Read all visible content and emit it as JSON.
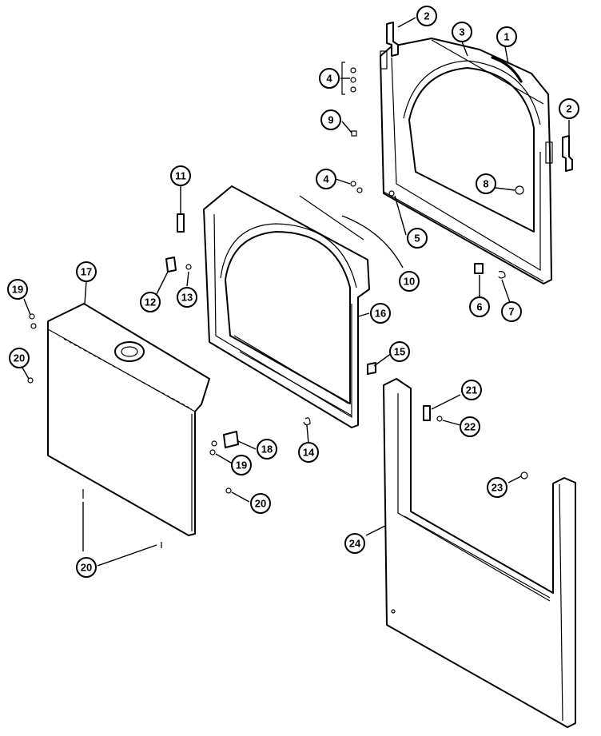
{
  "callouts": [
    {
      "id": "c1",
      "label": "1"
    },
    {
      "id": "c2a",
      "label": "2"
    },
    {
      "id": "c2b",
      "label": "2"
    },
    {
      "id": "c3",
      "label": "3"
    },
    {
      "id": "c4a",
      "label": "4"
    },
    {
      "id": "c4b",
      "label": "4"
    },
    {
      "id": "c5",
      "label": "5"
    },
    {
      "id": "c6",
      "label": "6"
    },
    {
      "id": "c7",
      "label": "7"
    },
    {
      "id": "c8",
      "label": "8"
    },
    {
      "id": "c9",
      "label": "9"
    },
    {
      "id": "c10",
      "label": "10"
    },
    {
      "id": "c11",
      "label": "11"
    },
    {
      "id": "c12",
      "label": "12"
    },
    {
      "id": "c13",
      "label": "13"
    },
    {
      "id": "c14",
      "label": "14"
    },
    {
      "id": "c15",
      "label": "15"
    },
    {
      "id": "c16",
      "label": "16"
    },
    {
      "id": "c17",
      "label": "17"
    },
    {
      "id": "c18",
      "label": "18"
    },
    {
      "id": "c19a",
      "label": "19"
    },
    {
      "id": "c19b",
      "label": "19"
    },
    {
      "id": "c20a",
      "label": "20"
    },
    {
      "id": "c20b",
      "label": "20"
    },
    {
      "id": "c20c",
      "label": "20"
    },
    {
      "id": "c21",
      "label": "21"
    },
    {
      "id": "c22",
      "label": "22"
    },
    {
      "id": "c23",
      "label": "23"
    },
    {
      "id": "c24",
      "label": "24"
    }
  ]
}
